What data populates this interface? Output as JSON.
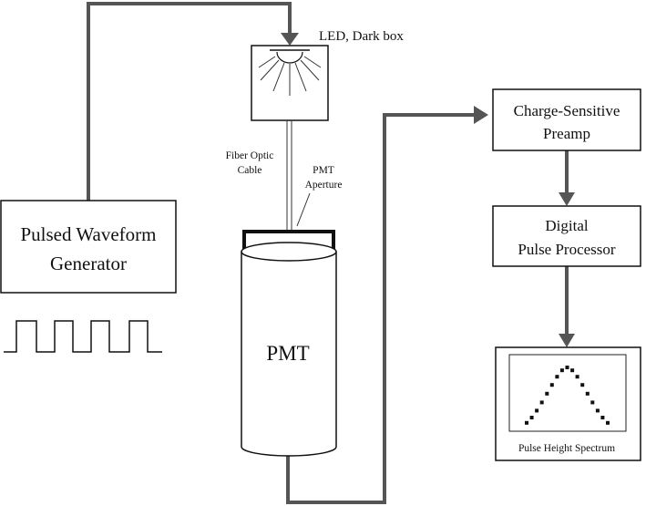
{
  "labels": {
    "led_dark_box": "LED, Dark box",
    "fiber_optic_line1": "Fiber Optic",
    "fiber_optic_line2": "Cable",
    "pmt_aperture_line1": "PMT",
    "pmt_aperture_line2": "Aperture",
    "waveform_generator_line1": "Pulsed Waveform",
    "waveform_generator_line2": "Generator",
    "pmt": "PMT",
    "preamp_line1": "Charge-Sensitive",
    "preamp_line2": "Preamp",
    "processor_line1": "Digital",
    "processor_line2": "Pulse Processor",
    "spectrum": "Pulse Height Spectrum"
  },
  "spectrum_points": [
    0.05,
    0.14,
    0.26,
    0.4,
    0.55,
    0.7,
    0.84,
    0.95,
    1.0,
    0.95,
    0.84,
    0.7,
    0.55,
    0.4,
    0.26,
    0.14,
    0.05
  ]
}
